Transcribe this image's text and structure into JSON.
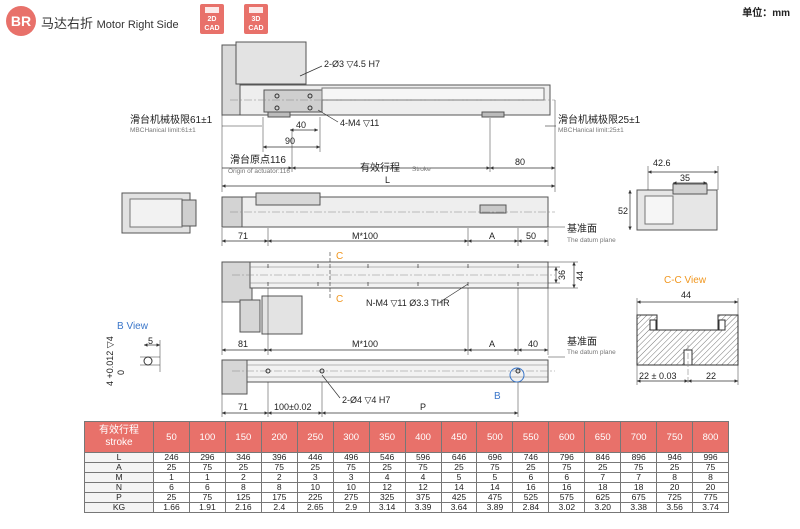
{
  "header": {
    "badge": "BR",
    "title_cn": "马达右折",
    "title_en": "Motor Right Side",
    "cad_2d": "2D",
    "cad_2d_sub": "CAD",
    "cad_3d": "3D",
    "cad_3d_sub": "CAD",
    "unit": "单位：mm"
  },
  "drawing": {
    "top_view": {
      "hole_note": "2-Ø3 ▽4.5 H7",
      "tap_note": "4-M4 ▽11",
      "dim_40": "40",
      "dim_90": "90",
      "left_limit_cn": "滑台机械极限61±1",
      "left_limit_en": "MBCHanical limit:61±1",
      "right_limit_cn": "滑台机械极限25±1",
      "right_limit_en": "MBCHanical limit:25±1",
      "origin_cn": "滑台原点116",
      "origin_en": "Origin of actuator:116",
      "stroke_cn": "有效行程",
      "stroke_en": "Stroke",
      "dim_80": "80",
      "dim_L": "L"
    },
    "side_view": {
      "dim_71": "71",
      "dim_M100": "M*100",
      "dim_A": "A",
      "dim_50": "50",
      "datum_cn": "基准面",
      "datum_en": "The datum plane"
    },
    "front_view": {
      "dim_42_6": "42.6",
      "dim_35": "35",
      "dim_52": "52"
    },
    "plan_view": {
      "section_c": "C",
      "dim_36": "36",
      "dim_44": "44",
      "tap_note": "N-M4 ▽11 Ø3.3 THR",
      "dim_81": "81",
      "dim_M100": "M*100",
      "dim_A": "A",
      "dim_40": "40",
      "datum_cn": "基准面",
      "datum_en": "The datum plane"
    },
    "section_cc": {
      "title": "C-C View",
      "dim_44": "44",
      "dim_22_tol": "22 ± 0.03",
      "dim_22": "22"
    },
    "b_view": {
      "title": "B View",
      "dim_5": "5",
      "dim_tol": "4 +0.012 ▽4",
      "dim_zero": "0"
    },
    "bottom_view": {
      "dim_71": "71",
      "dim_100_tol": "100±0.02",
      "pin_note": "2-Ø4 ▽4 H7",
      "dim_P": "P",
      "label_B": "B"
    }
  },
  "spec_table": {
    "stroke_label_cn": "有效行程",
    "stroke_label_en": "stroke",
    "strokes": [
      "50",
      "100",
      "150",
      "200",
      "250",
      "300",
      "350",
      "400",
      "450",
      "500",
      "550",
      "600",
      "650",
      "700",
      "750",
      "800"
    ],
    "rows": [
      {
        "label": "L",
        "values": [
          "246",
          "296",
          "346",
          "396",
          "446",
          "496",
          "546",
          "596",
          "646",
          "696",
          "746",
          "796",
          "846",
          "896",
          "946",
          "996"
        ]
      },
      {
        "label": "A",
        "values": [
          "25",
          "75",
          "25",
          "75",
          "25",
          "75",
          "25",
          "75",
          "25",
          "75",
          "25",
          "75",
          "25",
          "75",
          "25",
          "75"
        ]
      },
      {
        "label": "M",
        "values": [
          "1",
          "1",
          "2",
          "2",
          "3",
          "3",
          "4",
          "4",
          "5",
          "5",
          "6",
          "6",
          "7",
          "7",
          "8",
          "8"
        ]
      },
      {
        "label": "N",
        "values": [
          "6",
          "6",
          "8",
          "8",
          "10",
          "10",
          "12",
          "12",
          "14",
          "14",
          "16",
          "16",
          "18",
          "18",
          "20",
          "20"
        ]
      },
      {
        "label": "P",
        "values": [
          "25",
          "75",
          "125",
          "175",
          "225",
          "275",
          "325",
          "375",
          "425",
          "475",
          "525",
          "575",
          "625",
          "675",
          "725",
          "775"
        ]
      },
      {
        "label": "KG",
        "values": [
          "1.66",
          "1.91",
          "2.16",
          "2.4",
          "2.65",
          "2.9",
          "3.14",
          "3.39",
          "3.64",
          "3.89",
          "2.84",
          "3.02",
          "3.20",
          "3.38",
          "3.56",
          "3.74"
        ]
      }
    ]
  }
}
